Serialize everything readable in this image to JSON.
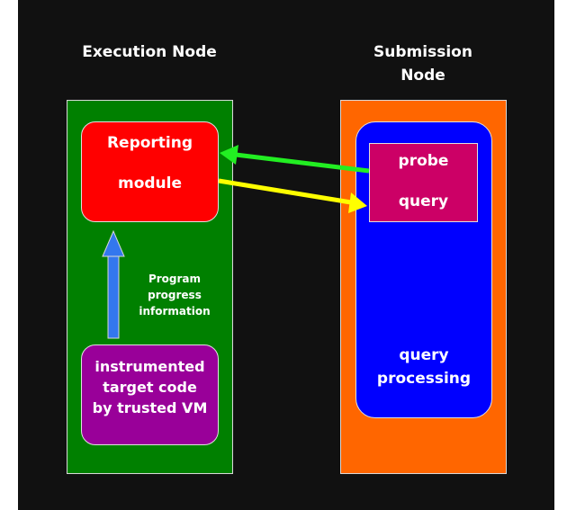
{
  "headings": {
    "execution": "Execution Node",
    "submission_line1": "Submission",
    "submission_line2": "Node"
  },
  "execution": {
    "reporting_module": [
      "Reporting",
      "module"
    ],
    "progress_label": [
      "Program",
      "progress",
      "information"
    ],
    "instrumented": [
      "instrumented",
      "target code",
      "by trusted VM"
    ]
  },
  "submission": {
    "probe_query": [
      "probe",
      "query"
    ],
    "query_processing": [
      "query",
      "processing"
    ]
  },
  "colors": {
    "background": "#111111",
    "execution_panel": "#008000",
    "submission_panel": "#ff6600",
    "reporting_module": "#ff0000",
    "instrumented_box": "#990099",
    "query_processing_box": "#0000ff",
    "probe_query_box": "#cc0066",
    "arrow_probe": "#22ee22",
    "arrow_query": "#ffff00",
    "arrow_progress": "#3377ee"
  }
}
